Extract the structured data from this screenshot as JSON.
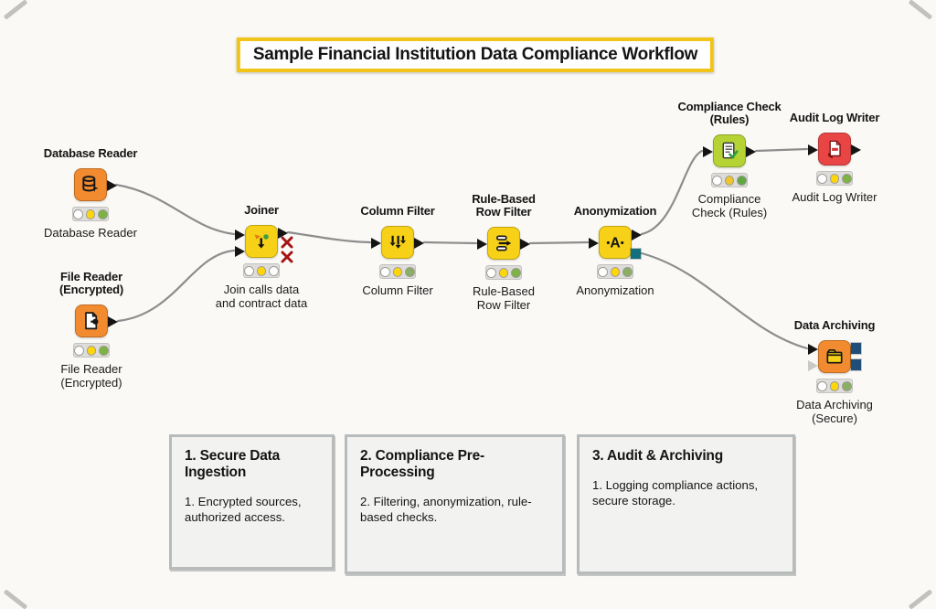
{
  "banner": {
    "title": "Sample Financial Institution Data Compliance Workflow"
  },
  "colors": {
    "background": "#faf9f6",
    "banner_border": "#f0c419",
    "wire": "#8d8d8d",
    "teal_port": "#136f7d",
    "navy_port": "#1f4e79",
    "red_x": "#a31515",
    "light_off": "#ffffff",
    "light_yellow": "#ffd60a",
    "light_green": "#7cb342"
  },
  "nodes": [
    {
      "id": "database-reader",
      "title": "Database Reader",
      "caption": "Database Reader",
      "icon": "database-icon",
      "color": "#f28b2f",
      "lights": [
        "#ffffff",
        "#ffd60a",
        "#7cb342"
      ]
    },
    {
      "id": "file-reader-encrypted",
      "title": "File Reader\n(Encrypted)",
      "caption": "File Reader\n(Encrypted)",
      "icon": "encrypted-file-icon",
      "color": "#f28b2f",
      "lights": [
        "#ffffff",
        "#ffd60a",
        "#7cb342"
      ]
    },
    {
      "id": "joiner",
      "title": "Joiner",
      "caption": "Join calls data\nand contract data",
      "icon": "join-icon",
      "color": "#f7d117",
      "lights": [
        "#ffffff",
        "#ffd60a",
        "#ffffff"
      ]
    },
    {
      "id": "column-filter",
      "title": "Column Filter",
      "caption": "Column Filter",
      "icon": "column-filter-icon",
      "color": "#f7d117",
      "lights": [
        "#ffffff",
        "#ffd60a",
        "#8aae62"
      ]
    },
    {
      "id": "rule-based-row-filter",
      "title": "Rule-Based\nRow Filter",
      "caption": "Rule-Based\nRow Filter",
      "icon": "row-filter-icon",
      "color": "#f7d117",
      "lights": [
        "#ffffff",
        "#ffd60a",
        "#7cb342"
      ]
    },
    {
      "id": "anonymization",
      "title": "Anonymization",
      "caption": "Anonymization",
      "icon": "anonymization-icon",
      "color": "#f7d117",
      "lights": [
        "#ffffff",
        "#ffd60a",
        "#8aae62"
      ]
    },
    {
      "id": "compliance-check-rules",
      "title": "Compliance Check\n(Rules)",
      "caption": "Compliance\nCheck (Rules)",
      "icon": "check-document-icon",
      "color": "#b5d334",
      "lights": [
        "#ffffff",
        "#eec52a",
        "#5fa840"
      ]
    },
    {
      "id": "audit-log-writer",
      "title": "Audit Log Writer",
      "caption": "Audit Log Writer",
      "icon": "log-document-icon",
      "color": "#e94545",
      "lights": [
        "#ffffff",
        "#ffd60a",
        "#7cb342"
      ]
    },
    {
      "id": "data-archiving",
      "title": "Data Archiving",
      "caption": "Data Archiving\n(Secure)",
      "icon": "folder-icon",
      "color": "#f28b2f",
      "lights": [
        "#ffffff",
        "#ffd60a",
        "#8aae62"
      ]
    }
  ],
  "annotations": [
    {
      "title": "1. Secure Data Ingestion",
      "body": "1. Encrypted sources, authorized access."
    },
    {
      "title": "2. Compliance Pre-Processing",
      "body": "2. Filtering, anonymization, rule-based checks."
    },
    {
      "title": "3. Audit & Archiving",
      "body": "1. Logging compliance actions, secure storage."
    }
  ]
}
